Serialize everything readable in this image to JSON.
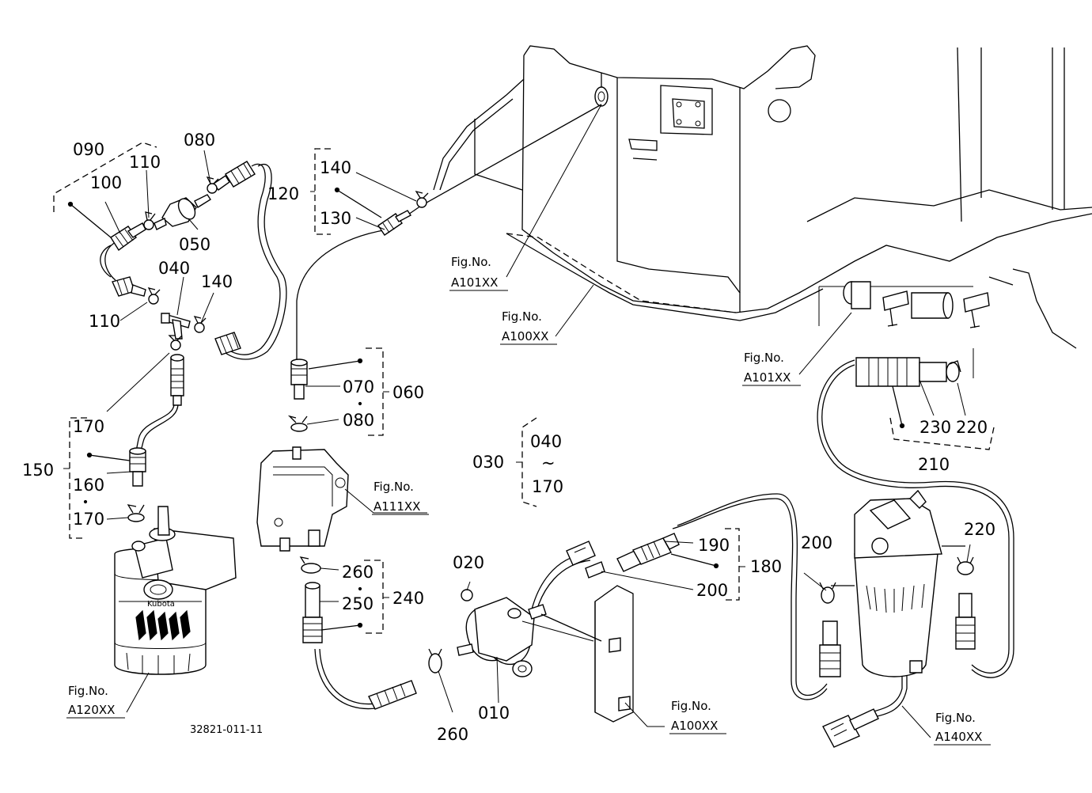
{
  "diagram_code": "32821-011-11",
  "figure_ref_prefix": "Fig.No.",
  "figure_refs": {
    "a101_upper": "A101XX",
    "a100_upper": "A100XX",
    "a101_right": "A101XX",
    "a111": "A111XX",
    "a120": "A120XX",
    "a100_lower": "A100XX",
    "a140": "A140XX"
  },
  "callouts": {
    "p090": "090",
    "p100": "100",
    "p110a": "110",
    "p080a": "080",
    "p050": "050",
    "p110b": "110",
    "p040": "040",
    "p140a": "140",
    "p170a": "170",
    "p150": "150",
    "p160": "160",
    "p170b": "170",
    "p120": "120",
    "p140b": "140",
    "p130": "130",
    "p070": "070",
    "p060": "060",
    "p080b": "080",
    "p030": "030",
    "p040b": "040",
    "tilde": "~",
    "p170c": "170",
    "p260a": "260",
    "p250": "250",
    "p240": "240",
    "p020": "020",
    "p010": "010",
    "p260b": "260",
    "p190": "190",
    "p180": "180",
    "p200a": "200",
    "p200b": "200",
    "p220a": "220",
    "p230": "230",
    "p220b": "220",
    "p210": "210"
  },
  "filter_brand": "Kubota"
}
